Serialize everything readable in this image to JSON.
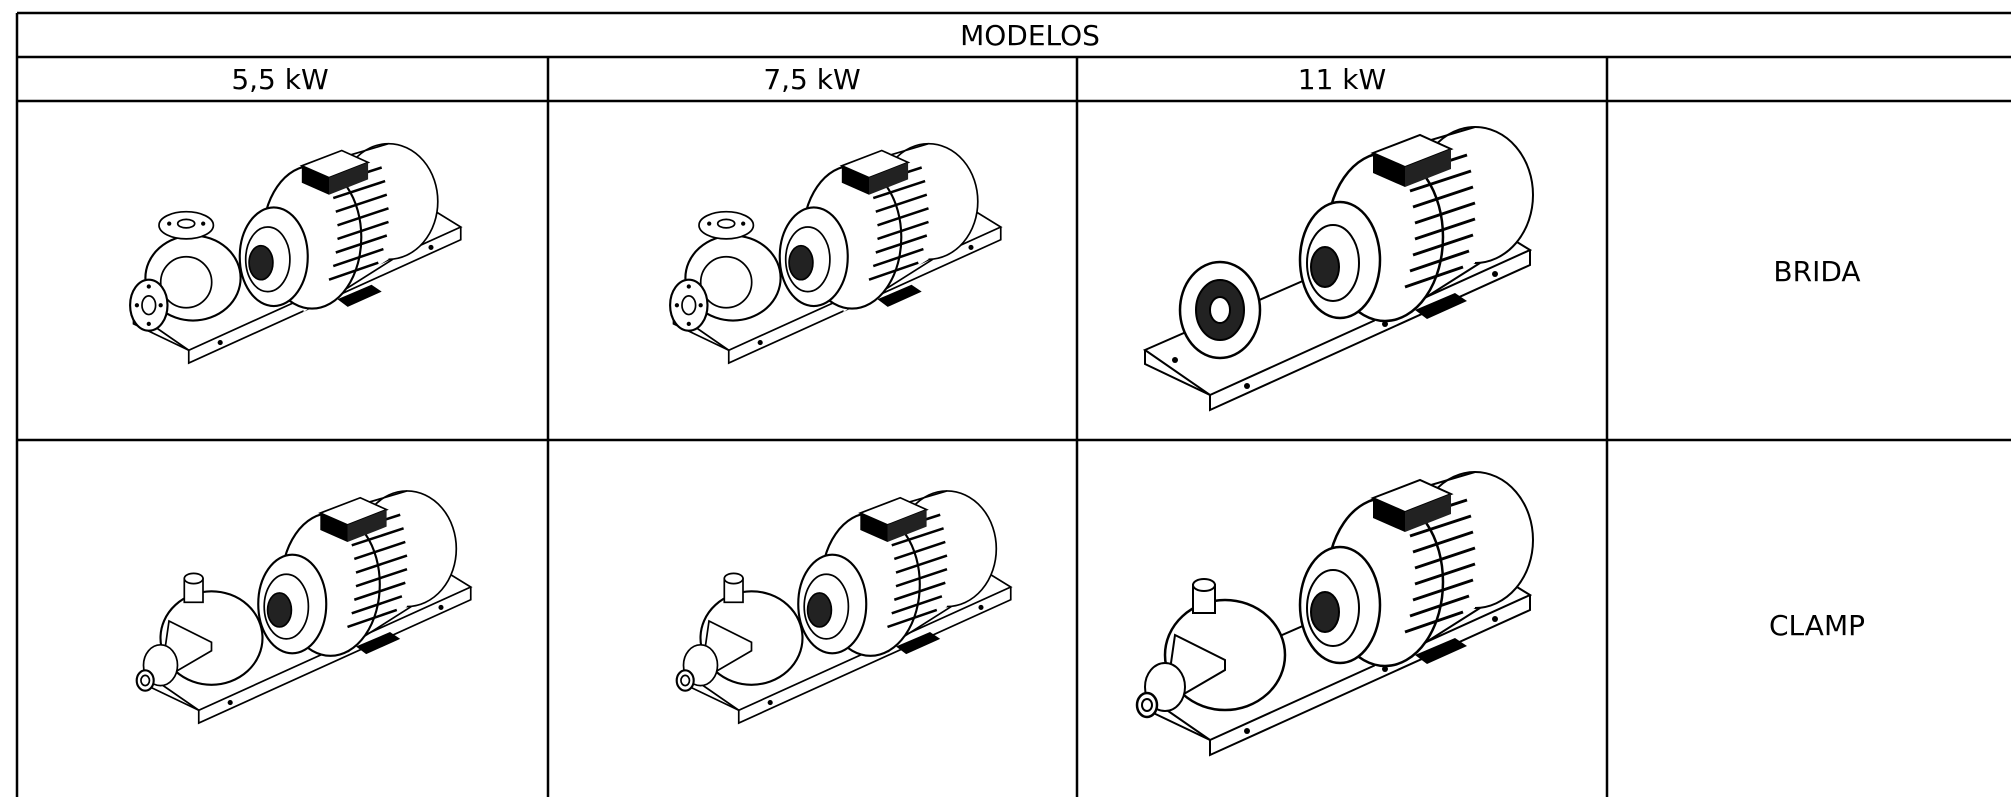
{
  "table": {
    "header": "MODELOS",
    "columns": [
      "5,5 kW",
      "7,5 kW",
      "11 kW",
      ""
    ],
    "rows": [
      {
        "label": "BRIDA",
        "connection": "flange"
      },
      {
        "label": "CLAMP",
        "connection": "clamp"
      }
    ]
  },
  "drawing": {
    "pumps": [
      {
        "row": 0,
        "col": 0,
        "motor": "5,5 kW",
        "connection": "flange"
      },
      {
        "row": 0,
        "col": 1,
        "motor": "7,5 kW",
        "connection": "flange"
      },
      {
        "row": 0,
        "col": 2,
        "motor": "11 kW",
        "connection": "flange"
      },
      {
        "row": 1,
        "col": 0,
        "motor": "5,5 kW",
        "connection": "clamp"
      },
      {
        "row": 1,
        "col": 1,
        "motor": "7,5 kW",
        "connection": "clamp"
      },
      {
        "row": 1,
        "col": 2,
        "motor": "11 kW",
        "connection": "clamp"
      }
    ],
    "line_color": "#000000",
    "background": "#ffffff"
  }
}
